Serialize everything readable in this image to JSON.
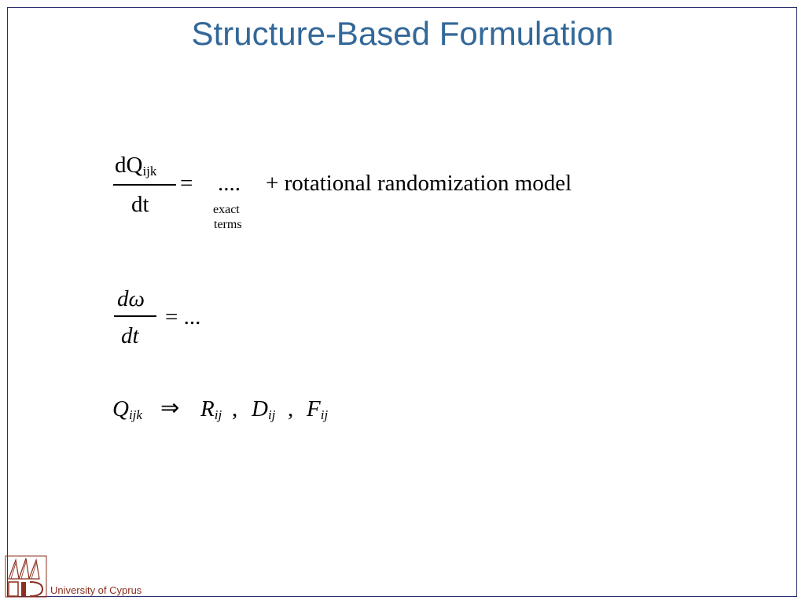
{
  "slide": {
    "title": "Structure-Based Formulation",
    "footer_text": "University of Cyprus"
  },
  "eq1": {
    "num_main": "dQ",
    "num_sub": "ijk",
    "den": "dt",
    "equals": "=",
    "dots": "....",
    "under_line1": "exact",
    "under_line2": "terms",
    "rest": "+ rotational randomization model"
  },
  "eq2": {
    "num": "dω",
    "den": "dt",
    "rest": "= ..."
  },
  "eq3": {
    "q": "Q",
    "q_sub": "ijk",
    "arrow": "⇒",
    "r": "R",
    "r_sub": "ij",
    "d": "D",
    "d_sub": "ij",
    "f": "F",
    "f_sub": "ij",
    "comma": ","
  },
  "colors": {
    "title": "#336899",
    "border": "#2a2f6e",
    "footer": "#8b2f1e"
  }
}
